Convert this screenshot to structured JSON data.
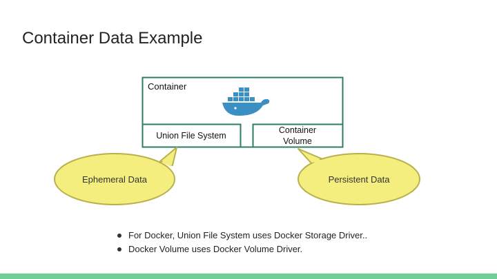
{
  "slide": {
    "title": "Container Data Example"
  },
  "diagram": {
    "container_label": "Container",
    "union_fs_label": "Union File System",
    "volume_label_line1": "Container",
    "volume_label_line2": "Volume",
    "ephemeral_label": "Ephemeral Data",
    "persistent_label": "Persistent Data",
    "logo_icon": "docker-whale-icon",
    "colors": {
      "box_border": "#2e7d62",
      "bubble_fill": "#f3ee7d",
      "bubble_border": "#b9b04a",
      "whale": "#3a8fc3",
      "accent_bar": "#6fcf97"
    }
  },
  "bullets": [
    "For Docker, Union File System uses Docker Storage Driver..",
    "Docker Volume uses Docker Volume Driver."
  ]
}
